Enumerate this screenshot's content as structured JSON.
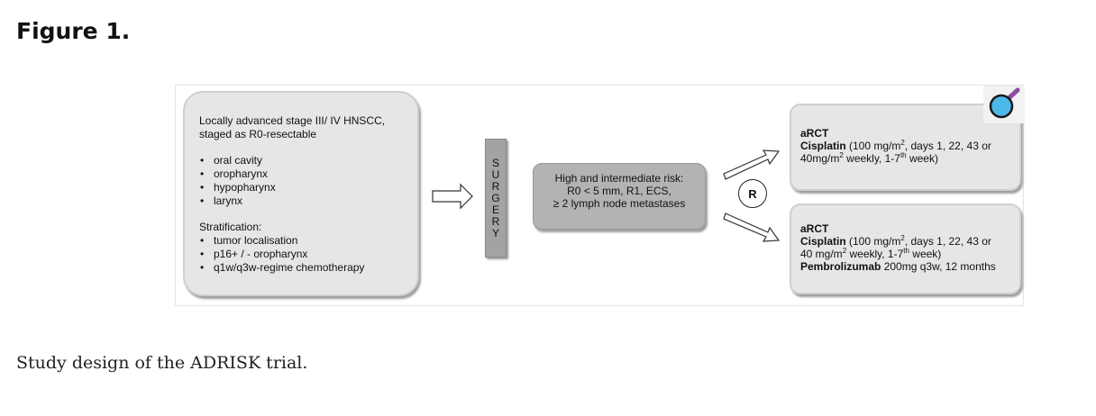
{
  "figure_title": "Figure 1.",
  "caption": "Study design of the ADRISK trial.",
  "inclusion": {
    "heading_line1": "Locally advanced stage III/ IV HNSCC,",
    "heading_line2": "staged as R0-resectable",
    "sites": [
      "oral cavity",
      "oropharynx",
      "hypopharynx",
      "larynx"
    ],
    "stratification_label": "Stratification:",
    "stratification": [
      "tumor localisation",
      "p16+ / - oropharynx",
      "q1w/q3w-regime chemotherapy"
    ]
  },
  "surgery_letters": [
    "S",
    "U",
    "R",
    "G",
    "E",
    "R",
    "Y"
  ],
  "risk": {
    "line1": "High and intermediate risk:",
    "line2": "R0 < 5 mm, R1, ECS,",
    "line3": "≥ 2 lymph node metastases"
  },
  "randomization_label": "R",
  "arm1": {
    "title": "aRCT",
    "drug": "Cisplatin",
    "dose_a": " (100 mg/m",
    "sup_a": "2",
    "dose_b": ", days 1, 22, 43 or",
    "line2_a": "40mg/m",
    "sup_b": "2",
    "line2_b": " weekly, 1-7",
    "sup_c": "th",
    "line2_c": " week)"
  },
  "arm2": {
    "title": "aRCT",
    "drug": "Cisplatin",
    "dose_a": " (100 mg/m",
    "sup_a": "2",
    "dose_b": ", days 1, 22, 43 or",
    "line2_a": "40 mg/m",
    "sup_b": "2",
    "line2_b": " weekly, 1-7",
    "sup_c": "th",
    "line2_c": " week)",
    "drug2": "Pembrolizumab",
    "drug2_dose": " 200mg q3w, 12 months"
  },
  "colors": {
    "box_fill": "#e6e6e6",
    "risk_fill": "#b3b3b3",
    "surgery_fill": "#a3a3a3",
    "magnifier_lens": "#4db8e8",
    "magnifier_handle": "#8a4f9e"
  }
}
